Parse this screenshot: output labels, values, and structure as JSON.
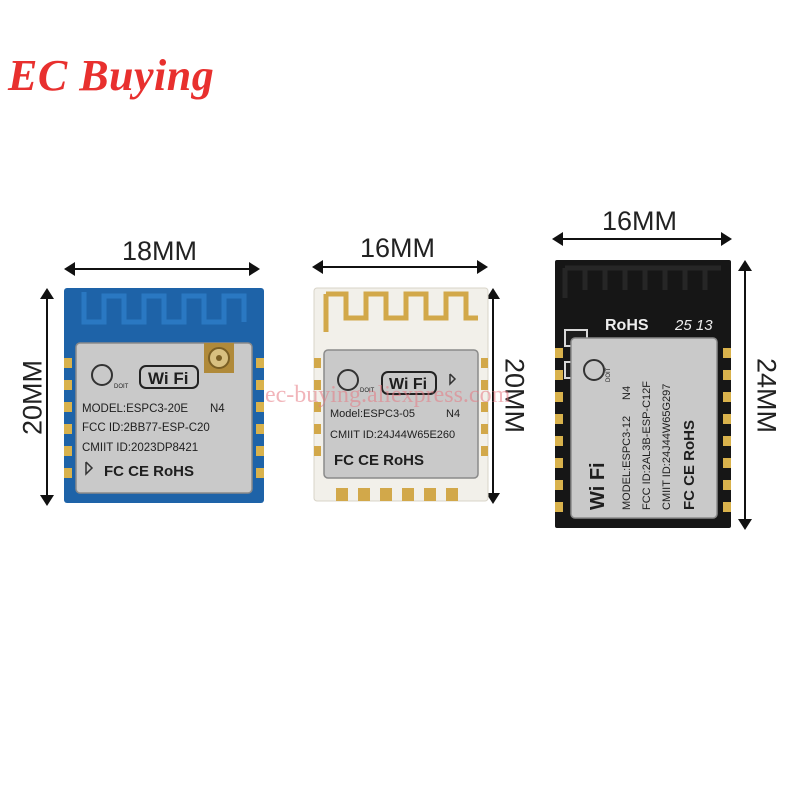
{
  "brand": {
    "name": "EC Buying",
    "color": "#e8302e"
  },
  "watermark": "ec-buying.aliexpress.com",
  "modules": [
    {
      "id": "espc3-20e",
      "pcb_color": "#1e63a8",
      "width_label": "18MM",
      "height_label": "20MM",
      "shield": {
        "logo": "DOIT",
        "wifi": "Wi Fi",
        "model": "MODEL:ESPC3-20E",
        "variant": "N4",
        "fcc": "FCC ID:2BB77-ESP-C20",
        "cmiit": "CMIIT ID:2023DP8421",
        "certs": "FC CE RoHS"
      }
    },
    {
      "id": "espc3-05",
      "pcb_color": "#f2f0ea",
      "width_label": "16MM",
      "height_label": "20MM",
      "shield": {
        "logo": "DOIT",
        "wifi": "Wi Fi",
        "model": "Model:ESPC3-05",
        "variant": "N4",
        "cmiit": "CMIIT ID:24J44W65E260",
        "certs": "FC CE RoHS"
      }
    },
    {
      "id": "espc3-12",
      "pcb_color": "#161616",
      "width_label": "16MM",
      "height_label": "24MM",
      "silk": {
        "rohs": "RoHS",
        "date": "25 13"
      },
      "shield": {
        "logo": "DOIT",
        "wifi": "Wi Fi",
        "model": "MODEL:ESPC3-12",
        "variant": "N4",
        "fcc": "FCC ID:2AL3B-ESP-C12F",
        "cmiit": "CMIIT ID:24J44W65G297",
        "certs": "FC CE RoHS"
      }
    }
  ]
}
